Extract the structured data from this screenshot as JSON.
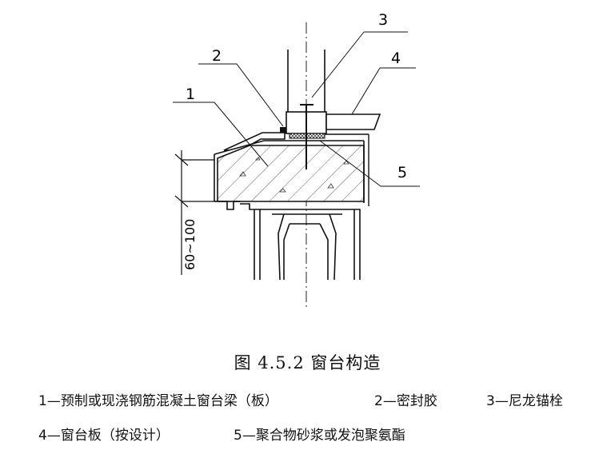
{
  "figure": {
    "caption": "图 4.5.2   窗台构造",
    "callouts": [
      "1",
      "2",
      "3",
      "4",
      "5"
    ],
    "dimension": "60~100"
  },
  "legend": {
    "row1": [
      "1—预制或现浇钢筋混凝土窗台梁（板）",
      "2—密封胶",
      "3—尼龙锚栓"
    ],
    "row2": [
      "4—窗台板（按设计）",
      "5—聚合物砂浆或发泡聚氨酯"
    ]
  }
}
